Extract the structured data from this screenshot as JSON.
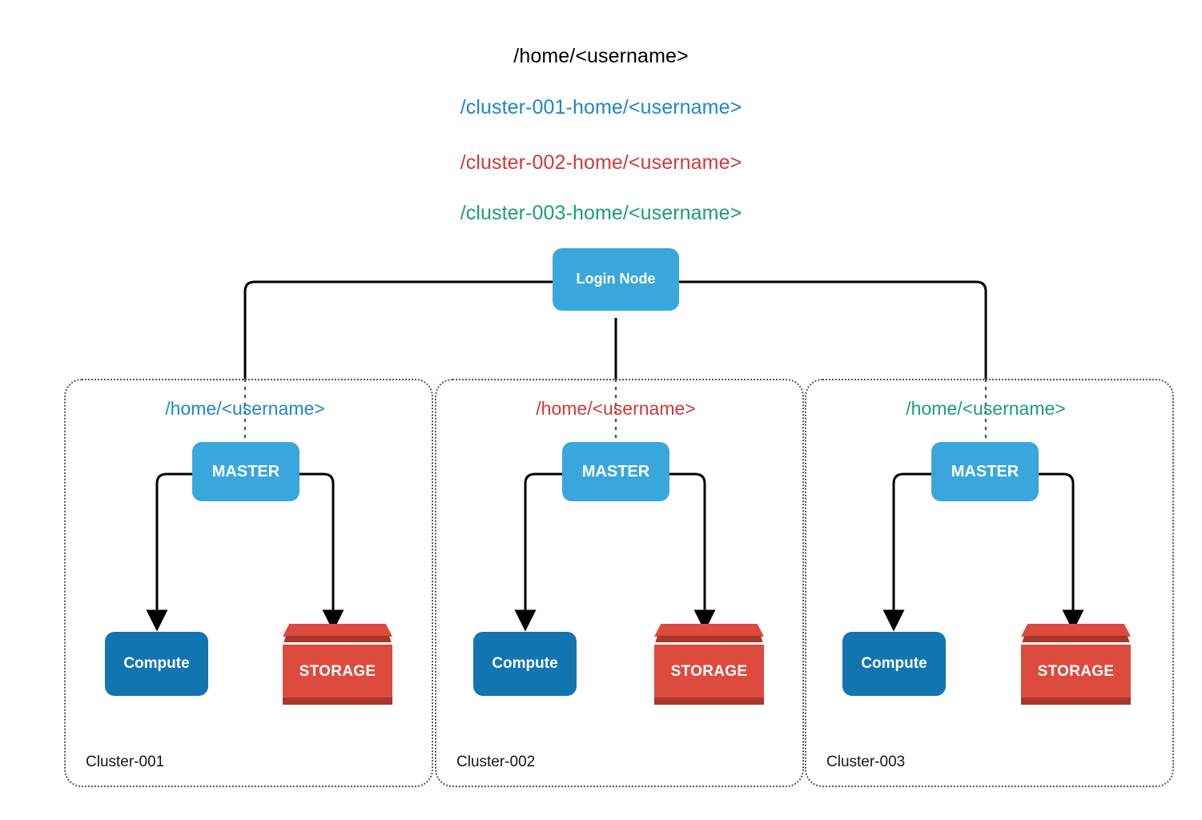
{
  "diagram": {
    "title_paths": [
      {
        "text": "/home/<username>",
        "color": "#000000"
      },
      {
        "text": "/cluster-001-home/<username>",
        "color": "#1f87c7"
      },
      {
        "text": "/cluster-002-home/<username>",
        "color": "#d03a3a"
      },
      {
        "text": "/cluster-003-home/<username>",
        "color": "#1a9e78"
      }
    ],
    "login_node": {
      "label": "Login Node",
      "color": "#3aa7dc"
    },
    "clusters": [
      {
        "name": "Cluster-001",
        "home_path": "/home/<username>",
        "home_color": "#1f87c7",
        "master": {
          "label": "MASTER",
          "color": "#3aa7dc"
        },
        "compute": {
          "label": "Compute",
          "color": "#1275b1"
        },
        "storage": {
          "label": "STORAGE",
          "color": "#dd4b3e"
        }
      },
      {
        "name": "Cluster-002",
        "home_path": "/home/<username>",
        "home_color": "#d03a3a",
        "master": {
          "label": "MASTER",
          "color": "#3aa7dc"
        },
        "compute": {
          "label": "Compute",
          "color": "#1275b1"
        },
        "storage": {
          "label": "STORAGE",
          "color": "#dd4b3e"
        }
      },
      {
        "name": "Cluster-003",
        "home_path": "/home/<username>",
        "home_color": "#1a9e78",
        "master": {
          "label": "MASTER",
          "color": "#3aa7dc"
        },
        "compute": {
          "label": "Compute",
          "color": "#1275b1"
        },
        "storage": {
          "label": "STORAGE",
          "color": "#dd4b3e"
        }
      }
    ],
    "palette": {
      "master_blue": "#3aa7dc",
      "master_blue_dark": "#1b6f96",
      "compute_blue": "#1275b1",
      "compute_blue_dark": "#115e8c",
      "storage_red": "#dd4b3e",
      "storage_red_dark": "#a8362c",
      "accent_green": "#1a9e78",
      "accent_red": "#d03a3a",
      "accent_blue": "#1f87c7",
      "line": "#000000",
      "dotted_border": "#58585a",
      "background": "#ffffff"
    }
  }
}
